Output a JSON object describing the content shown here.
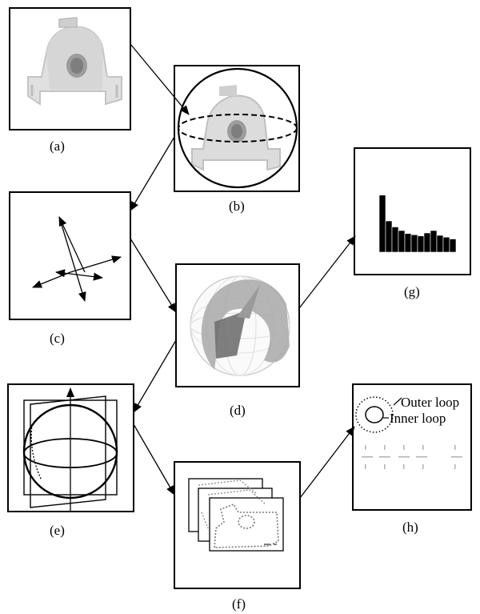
{
  "panels": {
    "a": {
      "caption": "(a)"
    },
    "b": {
      "caption": "(b)"
    },
    "c": {
      "caption": "(c)"
    },
    "d": {
      "caption": "(d)"
    },
    "e": {
      "caption": "(e)"
    },
    "f": {
      "caption": "(f)"
    },
    "g": {
      "caption": "(g)"
    },
    "h": {
      "caption": "(h)",
      "outer_label": "Outer loop",
      "inner_label": "Inner loop"
    }
  },
  "histogram_bins": [
    0.95,
    0.52,
    0.42,
    0.36,
    0.31,
    0.29,
    0.27,
    0.32,
    0.36,
    0.28,
    0.25,
    0.22
  ],
  "colors": {
    "stroke": "#000000",
    "part_fill": "#e0e0e0",
    "part_shade": "#a8a8a8",
    "sphere_band": "#a0a0a0",
    "sphere_patch": "#707070"
  }
}
